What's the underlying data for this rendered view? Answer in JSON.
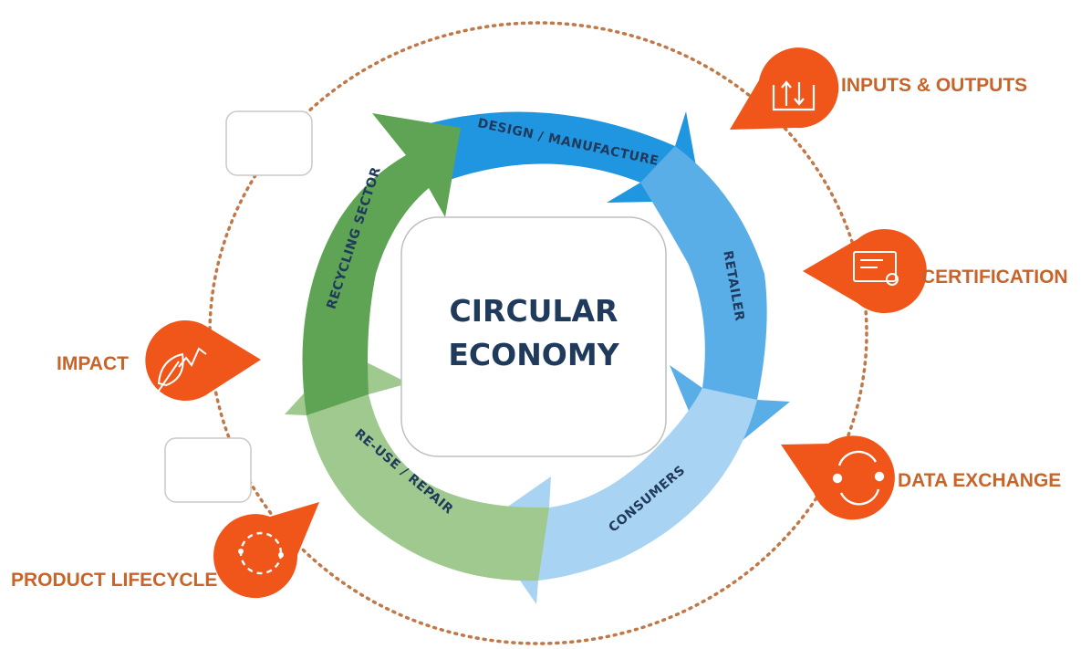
{
  "center": {
    "line1": "CIRCULAR",
    "line2": "ECONOMY"
  },
  "cycle_segments": [
    {
      "label": "DESIGN / MANUFACTURE",
      "color": "#2196e0"
    },
    {
      "label": "RETAILER",
      "color": "#5aaee8"
    },
    {
      "label": "CONSUMERS",
      "color": "#a9d3f2"
    },
    {
      "label": "RE-USE / REPAIR",
      "color": "#9fc98e"
    },
    {
      "label": "RECYCLING SECTOR",
      "color": "#5fa454"
    }
  ],
  "pins": [
    {
      "label": "INPUTS & OUTPUTS",
      "icon": "inputs-outputs-icon"
    },
    {
      "label": "CERTIFICATION",
      "icon": "certificate-icon"
    },
    {
      "label": "DATA EXCHANGE",
      "icon": "refresh-cycle-icon"
    },
    {
      "label": "IMPACT",
      "icon": "leaf-trend-icon"
    },
    {
      "label": "PRODUCT LIFECYCLE",
      "icon": "dotted-circle-icon"
    }
  ],
  "colors": {
    "accent": "#f0561a",
    "label": "#c8642a",
    "outer_ring": "#c07848"
  }
}
